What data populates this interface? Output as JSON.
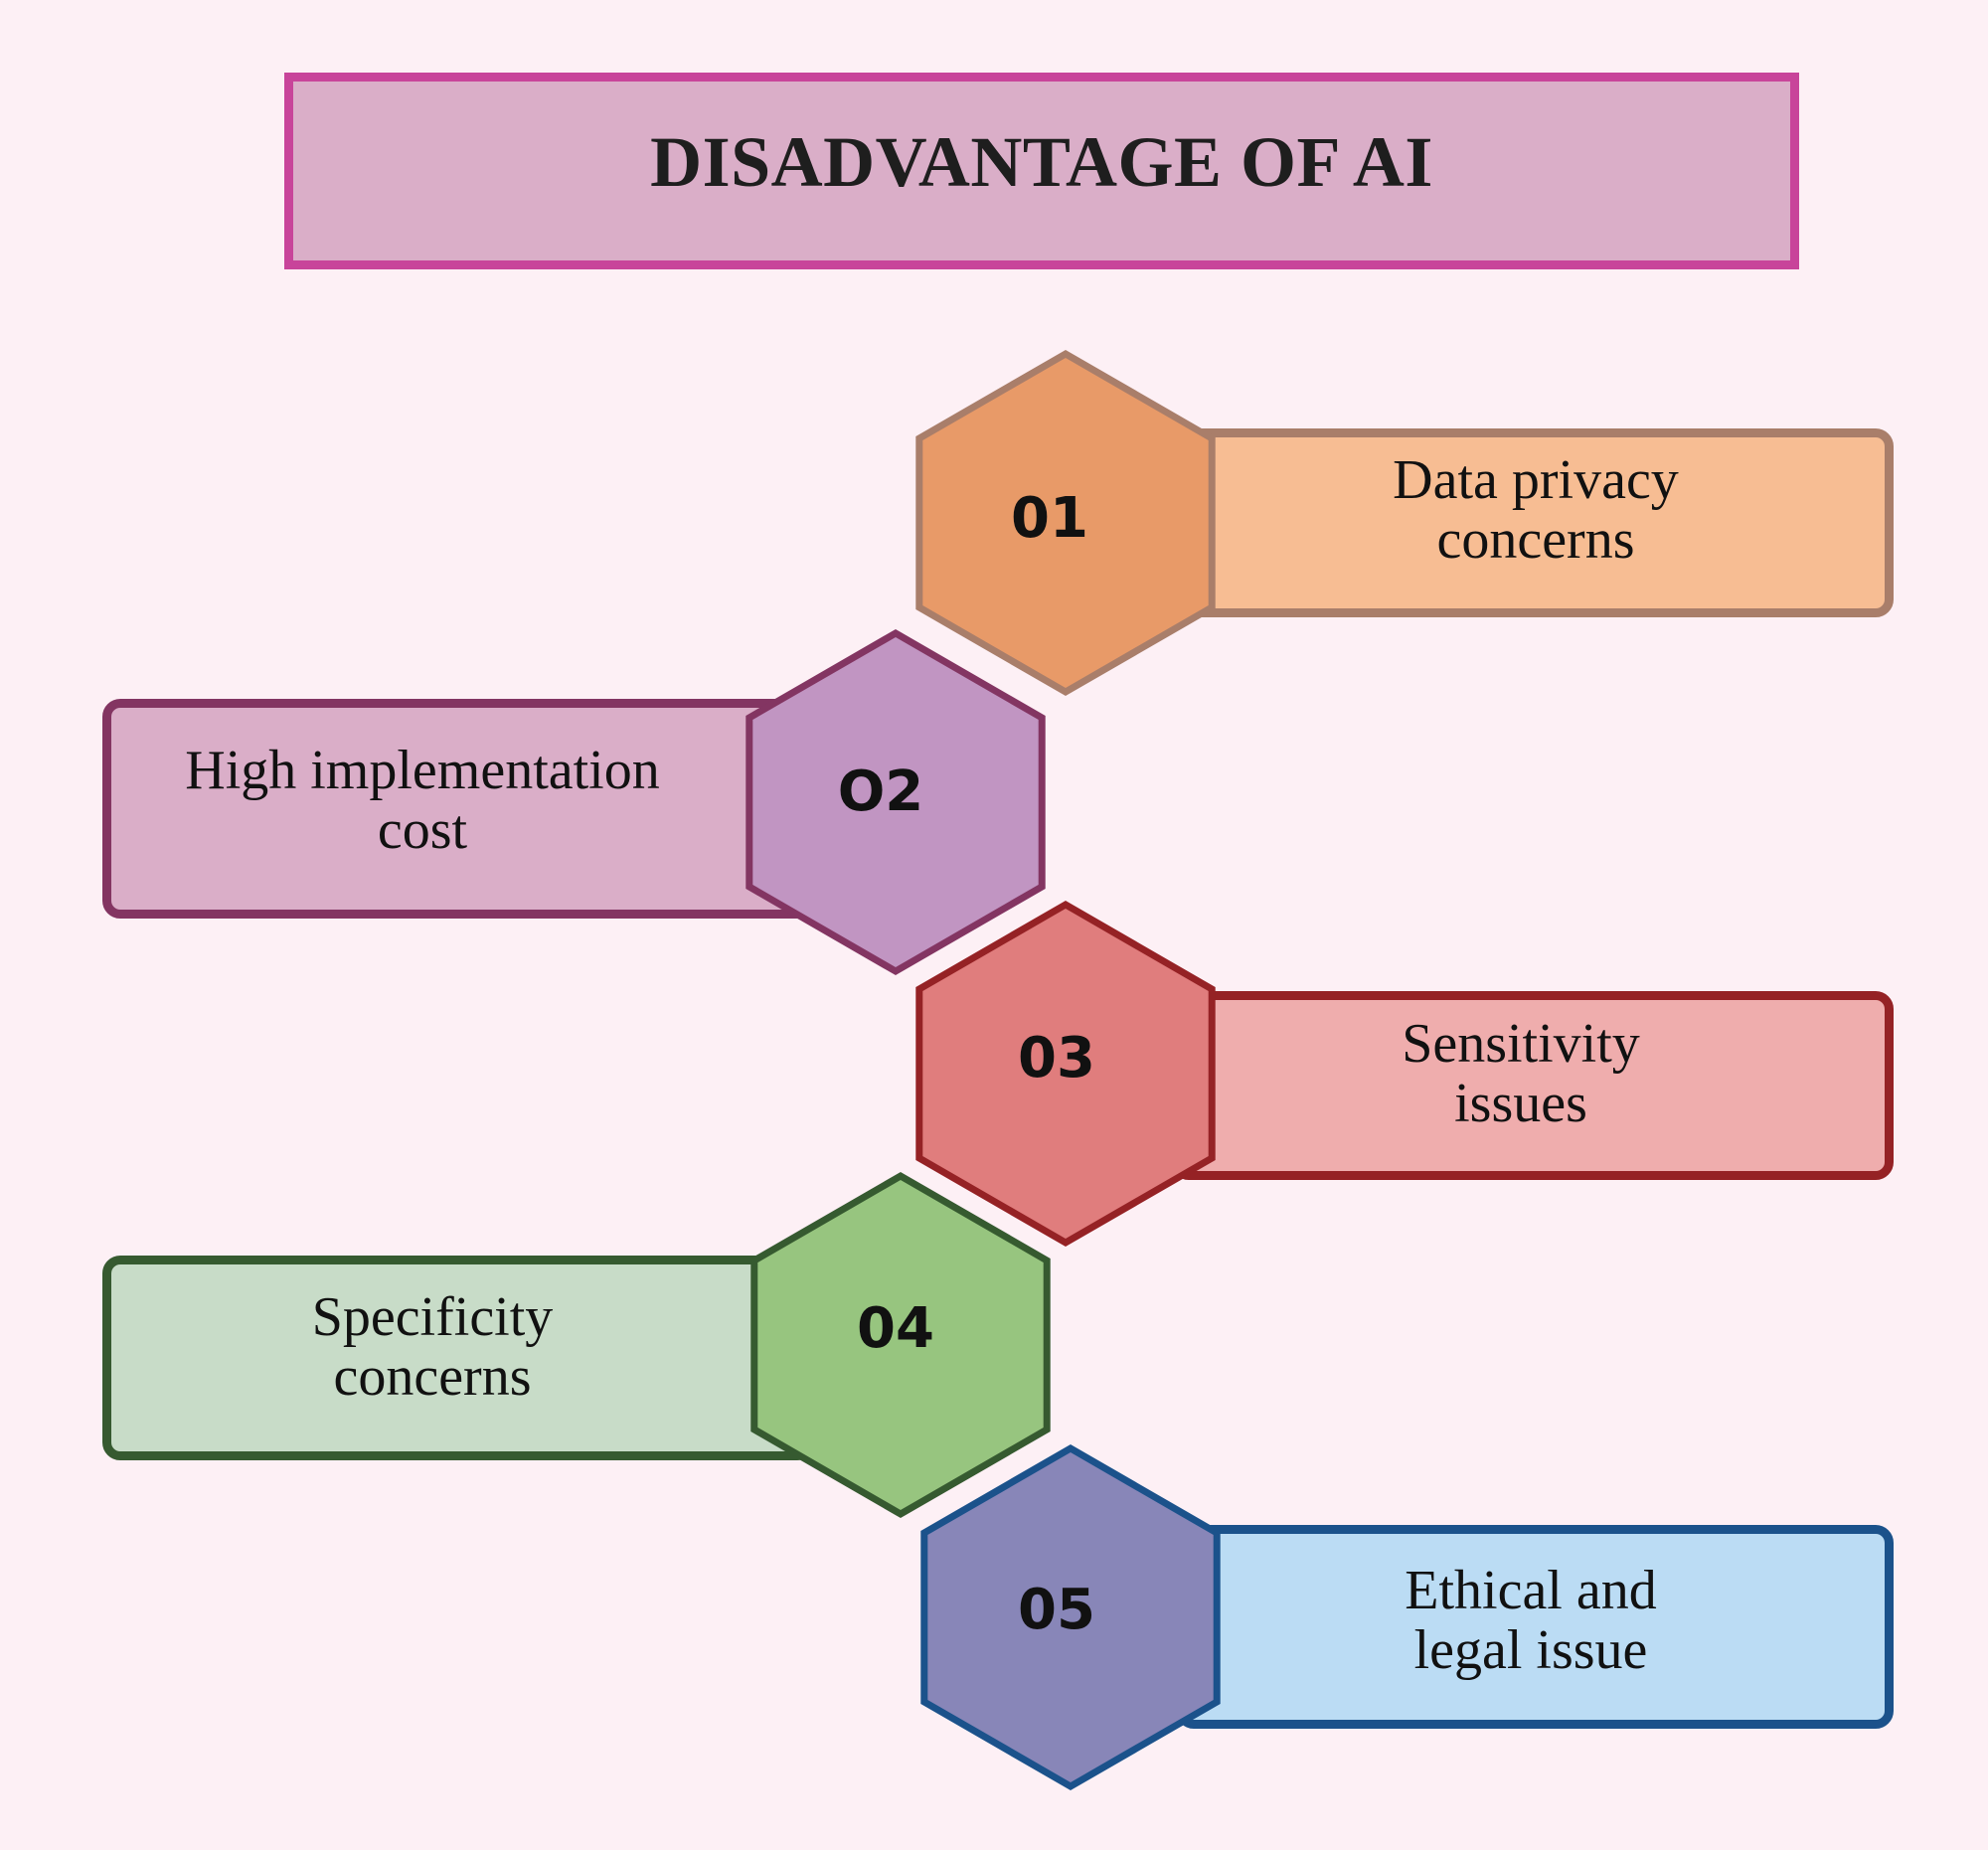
{
  "title": "DISADVANTAGE OF AI",
  "colors": {
    "background": "#fdf0f5",
    "title_fill": "#daaec8",
    "title_border": "#c8449a"
  },
  "items": [
    {
      "number": "01",
      "line1": "Data privacy",
      "line2": "concerns",
      "side": "right",
      "box_fill": "#f7bd93",
      "box_border": "#a97e6a",
      "hex_fill": "#e89a68",
      "hex_border": "#a97e6a"
    },
    {
      "number": "O2",
      "line1": "High implementation",
      "line2": "cost",
      "side": "left",
      "box_fill": "#daaec8",
      "box_border": "#833562",
      "hex_fill": "#c195c2",
      "hex_border": "#833562"
    },
    {
      "number": "03",
      "line1": "Sensitivity",
      "line2": "issues",
      "side": "right",
      "box_fill": "#efadad",
      "box_border": "#952225",
      "hex_fill": "#e07d7d",
      "hex_border": "#952225"
    },
    {
      "number": "04",
      "line1": "Specificity",
      "line2": "concerns",
      "side": "left",
      "box_fill": "#c8dcc8",
      "box_border": "#365a30",
      "hex_fill": "#97c57f",
      "hex_border": "#365a30"
    },
    {
      "number": "05",
      "line1": "Ethical and",
      "line2": "legal issue",
      "side": "right",
      "box_fill": "#bbdcf4",
      "box_border": "#1b528b",
      "hex_fill": "#8886b8",
      "hex_border": "#1b528b"
    }
  ]
}
